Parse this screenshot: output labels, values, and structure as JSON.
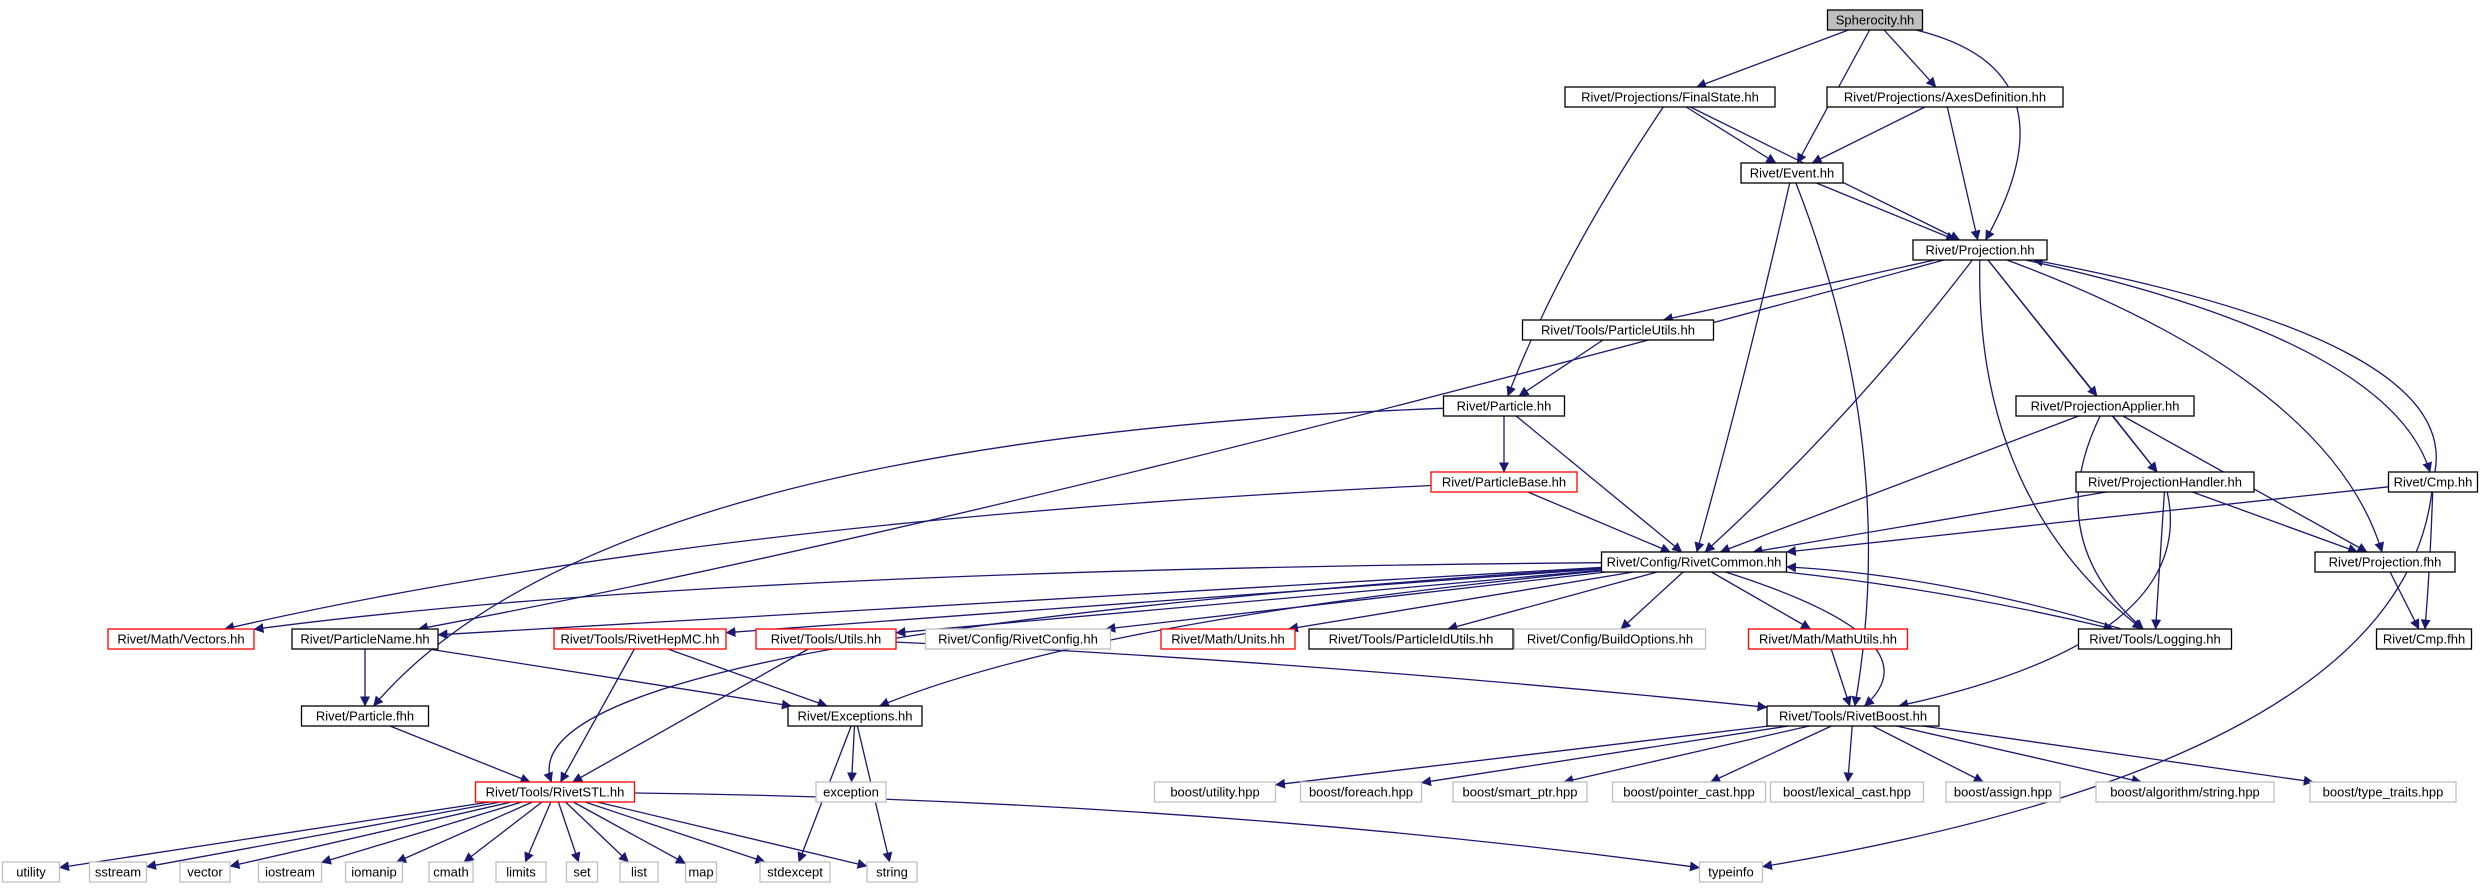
{
  "graph": {
    "colors": {
      "edge": "#191970",
      "root_fill": "#bfbfbf",
      "node_fill": "#ffffff",
      "documented_border": "#000000",
      "incomplete_border": "#ff0000",
      "external_border": "#bfbfbf",
      "text": "#000000"
    },
    "nodes": [
      {
        "id": "sph",
        "label": "Spherocity.hh",
        "style": "root"
      },
      {
        "id": "fs",
        "label": "Rivet/Projections/FinalState.hh",
        "style": "normal"
      },
      {
        "id": "axes",
        "label": "Rivet/Projections/AxesDefinition.hh",
        "style": "normal"
      },
      {
        "id": "ev",
        "label": "Rivet/Event.hh",
        "style": "normal"
      },
      {
        "id": "proj",
        "label": "Rivet/Projection.hh",
        "style": "normal"
      },
      {
        "id": "pu",
        "label": "Rivet/Tools/ParticleUtils.hh",
        "style": "normal"
      },
      {
        "id": "part",
        "label": "Rivet/Particle.hh",
        "style": "normal"
      },
      {
        "id": "papp",
        "label": "Rivet/ProjectionApplier.hh",
        "style": "normal"
      },
      {
        "id": "pbase",
        "label": "Rivet/ParticleBase.hh",
        "style": "incomplete"
      },
      {
        "id": "phand",
        "label": "Rivet/ProjectionHandler.hh",
        "style": "normal"
      },
      {
        "id": "cmp",
        "label": "Rivet/Cmp.hh",
        "style": "normal"
      },
      {
        "id": "rc",
        "label": "Rivet/Config/RivetCommon.hh",
        "style": "normal"
      },
      {
        "id": "pfhh",
        "label": "Rivet/Projection.fhh",
        "style": "normal"
      },
      {
        "id": "vec",
        "label": "Rivet/Math/Vectors.hh",
        "style": "incomplete"
      },
      {
        "id": "pname",
        "label": "Rivet/ParticleName.hh",
        "style": "normal"
      },
      {
        "id": "hepmc",
        "label": "Rivet/Tools/RivetHepMC.hh",
        "style": "incomplete"
      },
      {
        "id": "tutils",
        "label": "Rivet/Tools/Utils.hh",
        "style": "incomplete"
      },
      {
        "id": "rconf",
        "label": "Rivet/Config/RivetConfig.hh",
        "style": "external"
      },
      {
        "id": "units",
        "label": "Rivet/Math/Units.hh",
        "style": "incomplete"
      },
      {
        "id": "pidu",
        "label": "Rivet/Tools/ParticleIdUtils.hh",
        "style": "normal"
      },
      {
        "id": "bopt",
        "label": "Rivet/Config/BuildOptions.hh",
        "style": "external"
      },
      {
        "id": "mathu",
        "label": "Rivet/Math/MathUtils.hh",
        "style": "incomplete"
      },
      {
        "id": "log",
        "label": "Rivet/Tools/Logging.hh",
        "style": "normal"
      },
      {
        "id": "cmpf",
        "label": "Rivet/Cmp.fhh",
        "style": "normal"
      },
      {
        "id": "pfh",
        "label": "Rivet/Particle.fhh",
        "style": "normal"
      },
      {
        "id": "exc",
        "label": "Rivet/Exceptions.hh",
        "style": "normal"
      },
      {
        "id": "rb",
        "label": "Rivet/Tools/RivetBoost.hh",
        "style": "normal"
      },
      {
        "id": "exception",
        "label": "exception",
        "style": "external"
      },
      {
        "id": "stl",
        "label": "Rivet/Tools/RivetSTL.hh",
        "style": "incomplete"
      },
      {
        "id": "butil",
        "label": "boost/utility.hpp",
        "style": "external"
      },
      {
        "id": "bfor",
        "label": "boost/foreach.hpp",
        "style": "external"
      },
      {
        "id": "bsp",
        "label": "boost/smart_ptr.hpp",
        "style": "external"
      },
      {
        "id": "bpc",
        "label": "boost/pointer_cast.hpp",
        "style": "external"
      },
      {
        "id": "blc",
        "label": "boost/lexical_cast.hpp",
        "style": "external"
      },
      {
        "id": "bas",
        "label": "boost/assign.hpp",
        "style": "external"
      },
      {
        "id": "balg",
        "label": "boost/algorithm/string.hpp",
        "style": "external"
      },
      {
        "id": "btt",
        "label": "boost/type_traits.hpp",
        "style": "external"
      },
      {
        "id": "utility",
        "label": "utility",
        "style": "external"
      },
      {
        "id": "sstream",
        "label": "sstream",
        "style": "external"
      },
      {
        "id": "vector",
        "label": "vector",
        "style": "external"
      },
      {
        "id": "iostream",
        "label": "iostream",
        "style": "external"
      },
      {
        "id": "iomanip",
        "label": "iomanip",
        "style": "external"
      },
      {
        "id": "cmath",
        "label": "cmath",
        "style": "external"
      },
      {
        "id": "limits",
        "label": "limits",
        "style": "external"
      },
      {
        "id": "set",
        "label": "set",
        "style": "external"
      },
      {
        "id": "list",
        "label": "list",
        "style": "external"
      },
      {
        "id": "map",
        "label": "map",
        "style": "external"
      },
      {
        "id": "stdexcept",
        "label": "stdexcept",
        "style": "external"
      },
      {
        "id": "string",
        "label": "string",
        "style": "external"
      },
      {
        "id": "typeinfo",
        "label": "typeinfo",
        "style": "external"
      }
    ],
    "edges": [
      [
        "sph",
        "fs"
      ],
      [
        "sph",
        "axes"
      ],
      [
        "sph",
        "ev"
      ],
      [
        "sph",
        "proj"
      ],
      [
        "fs",
        "ev"
      ],
      [
        "fs",
        "proj"
      ],
      [
        "fs",
        "part"
      ],
      [
        "axes",
        "ev"
      ],
      [
        "axes",
        "proj"
      ],
      [
        "ev",
        "proj"
      ],
      [
        "ev",
        "rc"
      ],
      [
        "ev",
        "rb"
      ],
      [
        "proj",
        "pu"
      ],
      [
        "proj",
        "papp"
      ],
      [
        "proj",
        "phand"
      ],
      [
        "proj",
        "cmp"
      ],
      [
        "proj",
        "pfhh"
      ],
      [
        "proj",
        "rc"
      ],
      [
        "proj",
        "log"
      ],
      [
        "proj",
        "pname"
      ],
      [
        "pu",
        "part"
      ],
      [
        "part",
        "pbase"
      ],
      [
        "part",
        "rc"
      ],
      [
        "part",
        "pfh"
      ],
      [
        "pbase",
        "rc"
      ],
      [
        "pbase",
        "vec"
      ],
      [
        "papp",
        "phand"
      ],
      [
        "papp",
        "rc"
      ],
      [
        "papp",
        "log"
      ],
      [
        "papp",
        "pfhh"
      ],
      [
        "phand",
        "rc"
      ],
      [
        "phand",
        "log"
      ],
      [
        "phand",
        "pfhh"
      ],
      [
        "phand",
        "rb"
      ],
      [
        "cmp",
        "proj"
      ],
      [
        "cmp",
        "rc"
      ],
      [
        "cmp",
        "cmpf"
      ],
      [
        "cmp",
        "typeinfo"
      ],
      [
        "pfhh",
        "cmpf"
      ],
      [
        "rc",
        "vec"
      ],
      [
        "rc",
        "pname"
      ],
      [
        "rc",
        "hepmc"
      ],
      [
        "rc",
        "tutils"
      ],
      [
        "rc",
        "rconf"
      ],
      [
        "rc",
        "units"
      ],
      [
        "rc",
        "pidu"
      ],
      [
        "rc",
        "bopt"
      ],
      [
        "rc",
        "mathu"
      ],
      [
        "rc",
        "log"
      ],
      [
        "rc",
        "exc"
      ],
      [
        "rc",
        "rb"
      ],
      [
        "rc",
        "stl"
      ],
      [
        "log",
        "rc"
      ],
      [
        "pname",
        "pfh"
      ],
      [
        "pname",
        "exc"
      ],
      [
        "hepmc",
        "exc"
      ],
      [
        "hepmc",
        "stl"
      ],
      [
        "tutils",
        "stl"
      ],
      [
        "tutils",
        "rb"
      ],
      [
        "mathu",
        "rb"
      ],
      [
        "pfh",
        "stl"
      ],
      [
        "exc",
        "exception"
      ],
      [
        "exc",
        "stdexcept"
      ],
      [
        "exc",
        "string"
      ],
      [
        "rb",
        "butil"
      ],
      [
        "rb",
        "bfor"
      ],
      [
        "rb",
        "bsp"
      ],
      [
        "rb",
        "bpc"
      ],
      [
        "rb",
        "blc"
      ],
      [
        "rb",
        "bas"
      ],
      [
        "rb",
        "balg"
      ],
      [
        "rb",
        "btt"
      ],
      [
        "stl",
        "utility"
      ],
      [
        "stl",
        "sstream"
      ],
      [
        "stl",
        "vector"
      ],
      [
        "stl",
        "iostream"
      ],
      [
        "stl",
        "iomanip"
      ],
      [
        "stl",
        "cmath"
      ],
      [
        "stl",
        "limits"
      ],
      [
        "stl",
        "set"
      ],
      [
        "stl",
        "list"
      ],
      [
        "stl",
        "map"
      ],
      [
        "stl",
        "stdexcept"
      ],
      [
        "stl",
        "string"
      ],
      [
        "stl",
        "typeinfo"
      ]
    ]
  }
}
